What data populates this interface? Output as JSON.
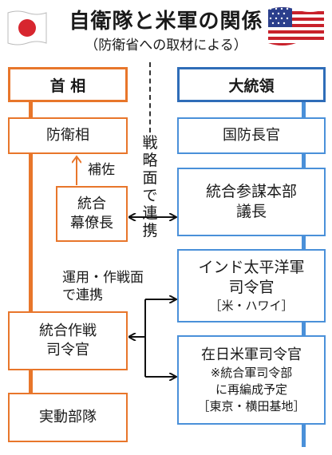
{
  "header": {
    "title": "自衛隊と米軍の関係",
    "subtitle": "（防衛省への取材による）"
  },
  "japan": {
    "header": "首 相",
    "minister": "防衛相",
    "assist_label": "補佐",
    "chief_of_staff": [
      "統合",
      "幕僚長"
    ],
    "joint_ops": [
      "統合作戦",
      "司令官"
    ],
    "units": "実動部隊"
  },
  "us": {
    "header": "大統領",
    "secretary": "国防長官",
    "jcs_chair": [
      "統合参謀本部",
      "議長"
    ],
    "indopacom": [
      "インド太平洋軍",
      "司令官",
      "［米・ハワイ］"
    ],
    "usfj": [
      "在日米軍司令官",
      "※統合軍司令部",
      "に再編成予定",
      "［東京・横田基地］"
    ]
  },
  "links": {
    "strategic": [
      "戦",
      "略",
      "面",
      "で",
      "連",
      "携"
    ],
    "operational": [
      "運用・作戦面",
      "で連携"
    ]
  },
  "colors": {
    "japan": "#e8762b",
    "us": "#4a90d9",
    "us_dark": "#2f6db8",
    "arrow": "#111111"
  },
  "icons": [
    "japan-flag-icon",
    "us-flag-icon"
  ]
}
